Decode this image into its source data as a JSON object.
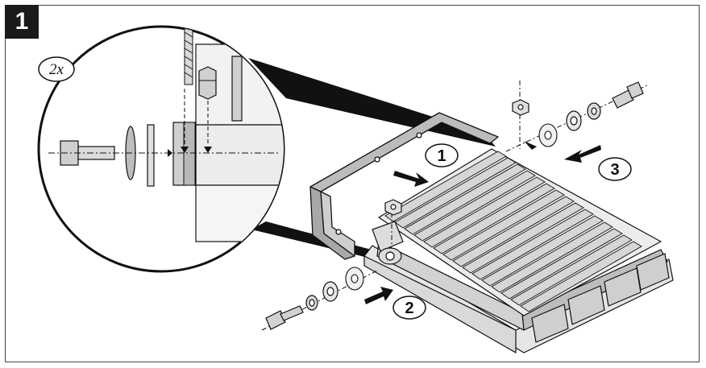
{
  "step": {
    "number": "1"
  },
  "detail": {
    "multiplier": "2x"
  },
  "callouts": [
    {
      "id": "1",
      "label": "1"
    },
    {
      "id": "2",
      "label": "2"
    },
    {
      "id": "3",
      "label": "3"
    }
  ],
  "colors": {
    "line": "#111111",
    "metal": "#c8c8c8",
    "metal_dark": "#9a9a9a",
    "badge": "#1a1a1a"
  }
}
